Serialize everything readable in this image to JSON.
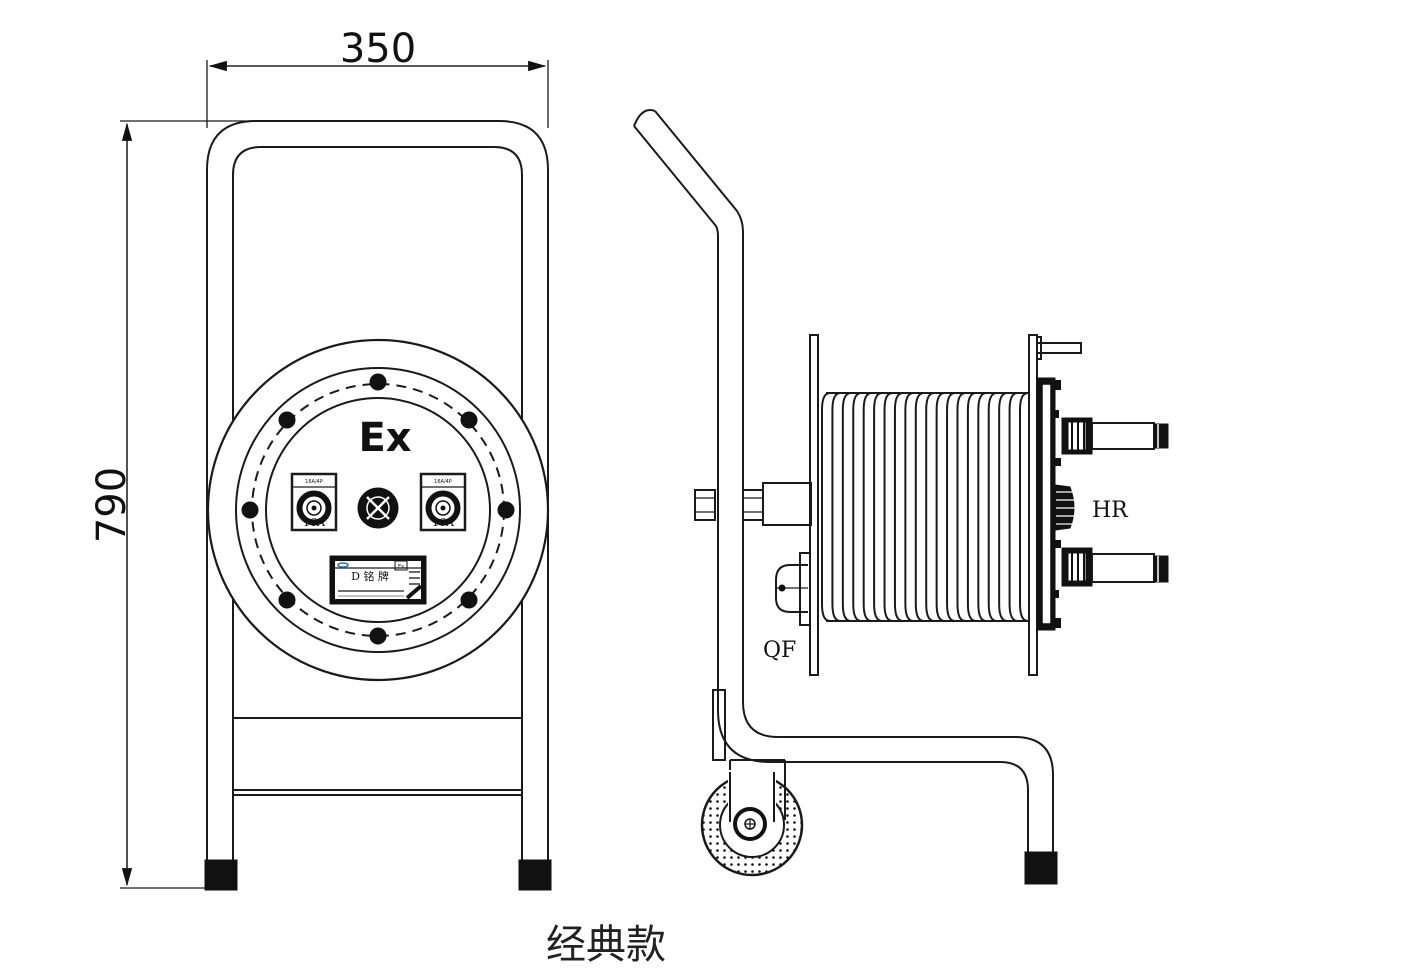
{
  "dimensions": {
    "width_label": "350",
    "height_label": "790"
  },
  "front_view": {
    "ex_mark": "Ex",
    "socket_left": {
      "rating_tag": "16A",
      "spec_text": "16A/4P"
    },
    "socket_right": {
      "rating_tag": "16A",
      "spec_text": "16A/4P"
    },
    "nameplate": {
      "title": "D 铭 牌",
      "ex_tag": "Ex"
    }
  },
  "side_view": {
    "label_hr": "HR",
    "label_qf": "QF"
  },
  "caption": "经典款",
  "colors": {
    "line": "#1a1a1a",
    "fill_dark": "#111111",
    "background": "#ffffff"
  }
}
